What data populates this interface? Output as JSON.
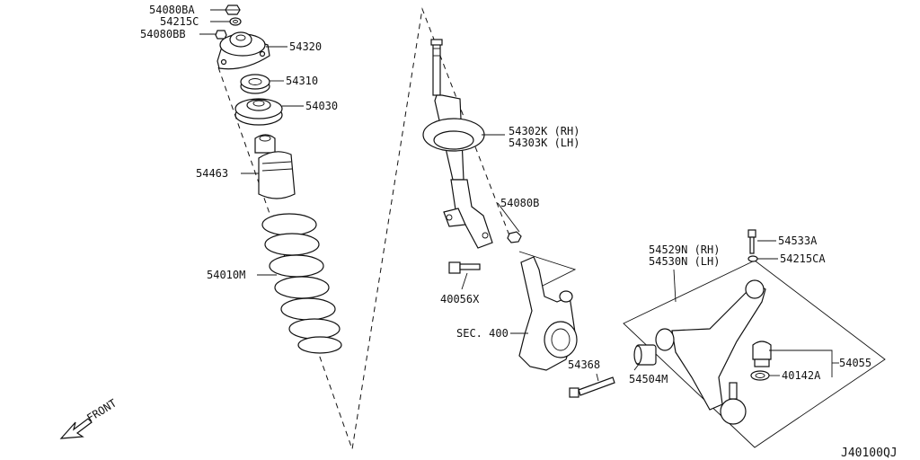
{
  "diagram": {
    "drawing_id": "J40100QJ",
    "front_label": "FRONT",
    "callouts": {
      "p54080BA": "54080BA",
      "p54215C": "54215C",
      "p54080BB": "54080BB",
      "p54320": "54320",
      "p54310": "54310",
      "p54030": "54030",
      "p54463": "54463",
      "p54010M": "54010M",
      "p54302K": "54302K (RH)",
      "p54303K": "54303K (LH)",
      "p54080B": "54080B",
      "p40056X": "40056X",
      "pSEC400": "SEC. 400",
      "p54368": "54368",
      "p54504M": "54504M",
      "p54529N": "54529N (RH)",
      "p54530N": "54530N (LH)",
      "p54533A": "54533A",
      "p54215CA": "54215CA",
      "p54055": "54055",
      "p40142A": "40142A"
    }
  }
}
